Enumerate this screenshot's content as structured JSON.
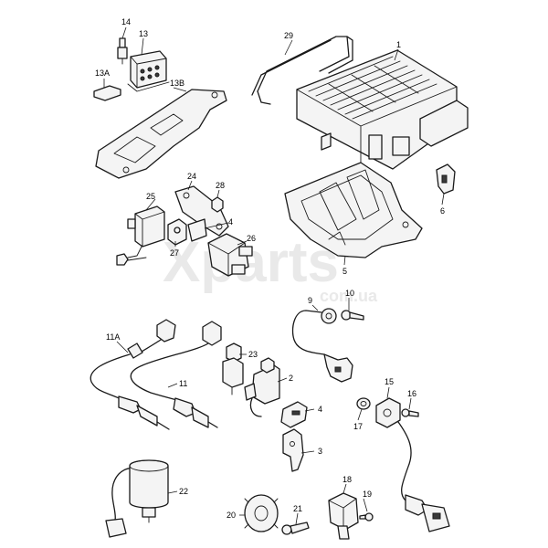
{
  "watermark": {
    "brand": "Xparts",
    "domain": "com.ua"
  },
  "callouts": [
    {
      "id": "c14",
      "text": "14"
    },
    {
      "id": "c13",
      "text": "13"
    },
    {
      "id": "c13A",
      "text": "13A"
    },
    {
      "id": "c13B",
      "text": "13B"
    },
    {
      "id": "c29",
      "text": "29"
    },
    {
      "id": "c1",
      "text": "1"
    },
    {
      "id": "c6",
      "text": "6"
    },
    {
      "id": "c5",
      "text": "5"
    },
    {
      "id": "c24",
      "text": "24"
    },
    {
      "id": "c28",
      "text": "28"
    },
    {
      "id": "c25",
      "text": "25"
    },
    {
      "id": "c4a",
      "text": "4"
    },
    {
      "id": "c27",
      "text": "27"
    },
    {
      "id": "c26",
      "text": "26"
    },
    {
      "id": "c9",
      "text": "9"
    },
    {
      "id": "c10",
      "text": "10"
    },
    {
      "id": "c11A",
      "text": "11A"
    },
    {
      "id": "c23",
      "text": "23"
    },
    {
      "id": "c2",
      "text": "2"
    },
    {
      "id": "c11",
      "text": "11"
    },
    {
      "id": "c4b",
      "text": "4"
    },
    {
      "id": "c15",
      "text": "15"
    },
    {
      "id": "c16",
      "text": "16"
    },
    {
      "id": "c17",
      "text": "17"
    },
    {
      "id": "c3",
      "text": "3"
    },
    {
      "id": "c22",
      "text": "22"
    },
    {
      "id": "c18",
      "text": "18"
    },
    {
      "id": "c19",
      "text": "19"
    },
    {
      "id": "c20",
      "text": "20"
    },
    {
      "id": "c21",
      "text": "21"
    }
  ]
}
